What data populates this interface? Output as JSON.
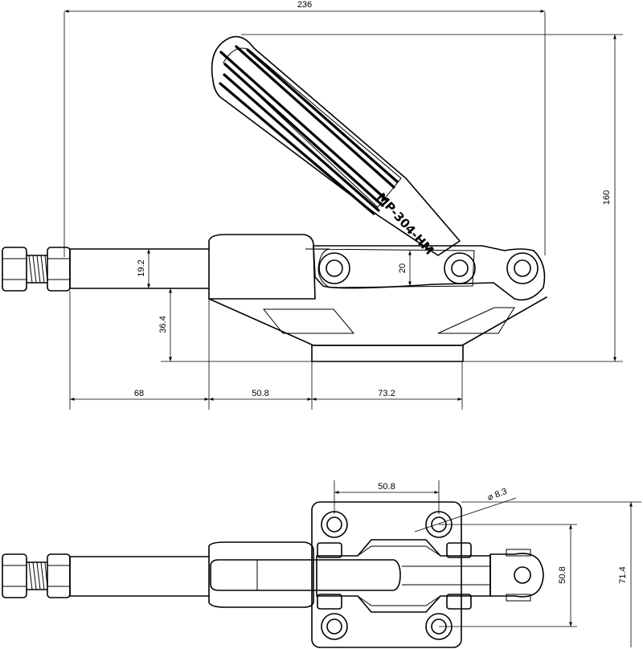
{
  "product": {
    "model_marking": "MP-304-HM"
  },
  "side_view": {
    "overall_width": "236",
    "overall_height": "160",
    "rod_diameter": "19.2",
    "link_height": "20",
    "rod_axis_height": "36.4",
    "rod_length": "68",
    "body_length": "50.8",
    "base_length": "73.2"
  },
  "top_view": {
    "hole_spacing_x": "50.8",
    "hole_diameter": "⌀ 8.3",
    "hole_spacing_y": "50.8",
    "base_width": "71.4"
  },
  "icons": {
    "arrowhead": "arrowhead-icon",
    "hex_nut": "hex-nut-icon"
  }
}
